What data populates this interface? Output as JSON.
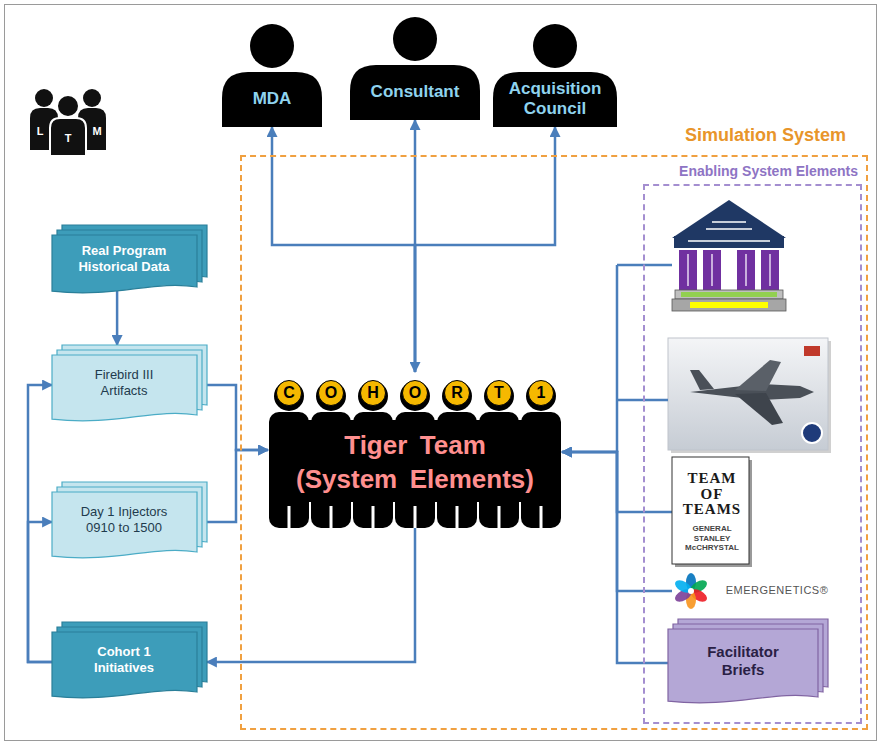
{
  "diagram": {
    "nodes": [
      {
        "text": [
          "MDA"
        ]
      },
      {
        "text": [
          "Consultant"
        ]
      },
      {
        "text": [
          "Acquisition Council"
        ]
      },
      {
        "text": [
          "Real Program Historical Data"
        ]
      },
      {
        "text": [
          "Firebird III Artifacts"
        ]
      },
      {
        "text": [
          "Day 1 Injectors 0910 to 1500"
        ]
      },
      {
        "text": [
          "Cohort 1 Initiatives"
        ]
      },
      {
        "text": [
          "Simulation System"
        ]
      },
      {
        "text": [
          "Tiger Team (System Elements)"
        ],
        "in": 7
      },
      {
        "text": [
          "Enabling System Elements"
        ],
        "in": 7
      },
      {
        "text": [
          "TEAM OF TEAMS",
          "GENERAL STANLEY McCHRYSTAL"
        ],
        "in": 9
      },
      {
        "text": [
          "EMERGENETICS®"
        ],
        "in": 9
      },
      {
        "text": [
          "Facilitator Briefs"
        ],
        "in": 9
      }
    ],
    "edges": [
      {
        "from": 3,
        "to": 4,
        "arrow": "to"
      },
      {
        "from": 4,
        "to": 8,
        "arrow": "to"
      },
      {
        "from": 5,
        "to": 8,
        "arrow": "to"
      },
      {
        "from": 8,
        "to": 6,
        "arrow": "to"
      },
      {
        "from": 6,
        "to": 4,
        "arrow": "to"
      },
      {
        "from": 6,
        "to": 5,
        "arrow": "to"
      },
      {
        "from": 8,
        "to": 0,
        "arrow": "to"
      },
      {
        "from": 8,
        "to": 2,
        "arrow": "to"
      },
      {
        "from": 1,
        "to": 8,
        "arrow": "both"
      },
      {
        "from": 10,
        "to": 8,
        "arrow": "to"
      },
      {
        "from": 11,
        "to": 8,
        "arrow": "to"
      },
      {
        "from": 12,
        "to": 8,
        "arrow": "to"
      }
    ],
    "labels": [
      "L",
      "T",
      "M",
      "C",
      "O",
      "H",
      "O",
      "R",
      "T",
      "1"
    ]
  }
}
